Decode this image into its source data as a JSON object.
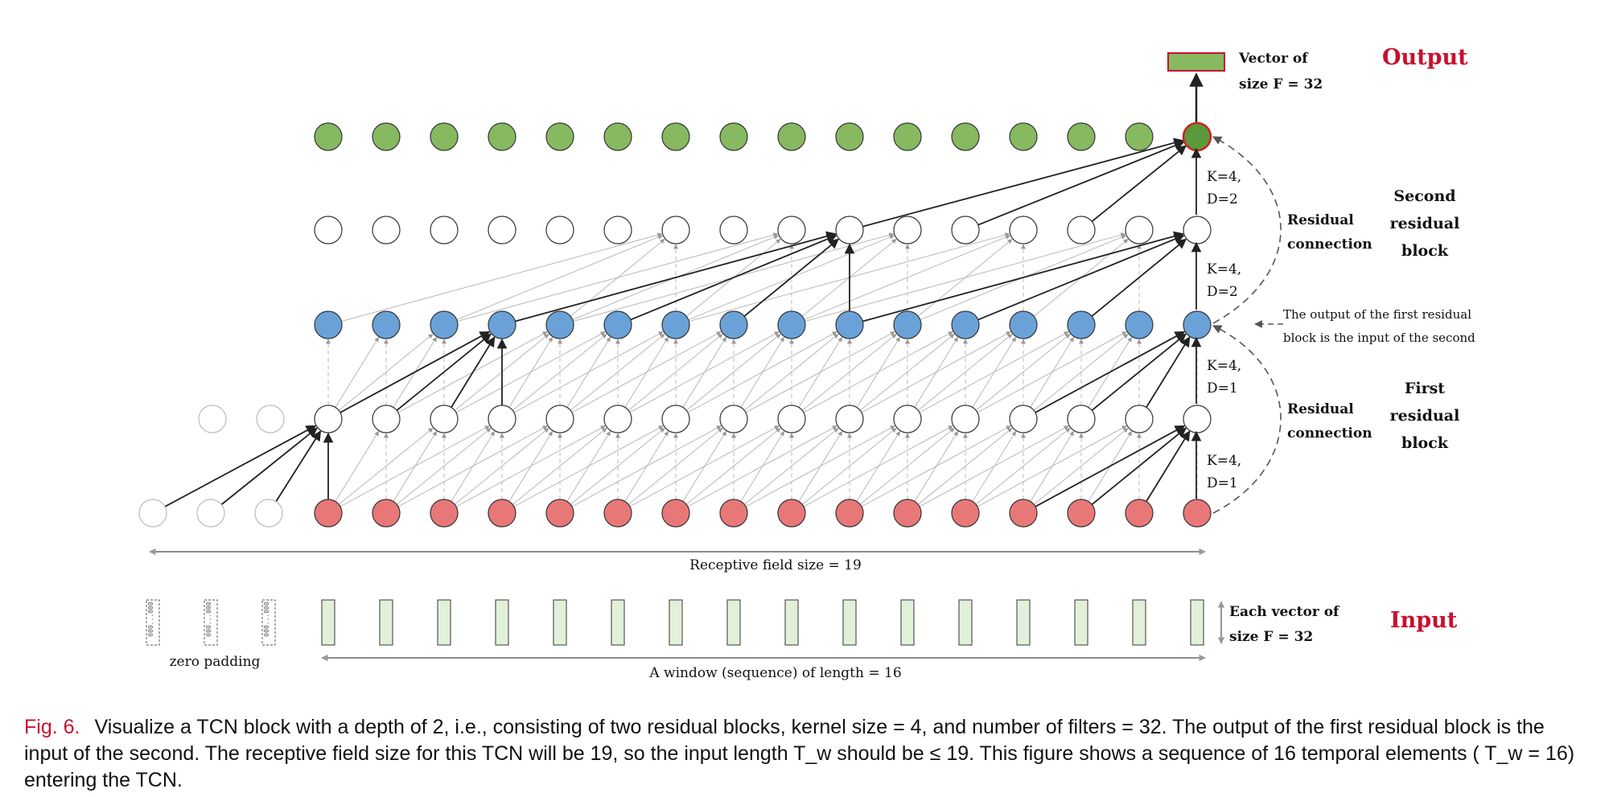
{
  "figure": {
    "output_label": "Output",
    "output_vector": [
      "Vector of",
      "size F = 32"
    ],
    "input_label": "Input",
    "input_vector": [
      "Each vector of",
      "size F = 32"
    ],
    "second_block": [
      "Second",
      "residual",
      "block"
    ],
    "first_block": [
      "First",
      "residual",
      "block"
    ],
    "residual_connection": [
      "Residual",
      "connection"
    ],
    "first_output_note": [
      "The output of the first residual",
      "block is the input of the second"
    ],
    "layer_params": [
      [
        "K=4,",
        "D=2"
      ],
      [
        "K=4,",
        "D=2"
      ],
      [
        "K=4,",
        "D=1"
      ],
      [
        "K=4,",
        "D=1"
      ]
    ],
    "receptive_field": "Receptive field size = 19",
    "zero_padding": "zero padding",
    "window_label": "A window (sequence) of length = 16",
    "pad_cell_text": "000...000"
  },
  "caption": {
    "label": "Fig. 6.",
    "text": "Visualize a TCN block with a depth of 2, i.e., consisting of two residual blocks, kernel size = 4, and number of filters = 32. The output of the first residual block is the input of the second. The receptive field size for this TCN will be 19, so the input length T_w should be ≤ 19. This figure shows a sequence of 16 temporal elements ( T_w = 16) entering the TCN."
  },
  "colors": {
    "input_node": "#e87878",
    "block1_output": "#6aa2d8",
    "final_output": "#86b960",
    "final_output_last": "#5a9a3a",
    "input_cell": "#e2f0d9",
    "highlight": "#d02020"
  }
}
